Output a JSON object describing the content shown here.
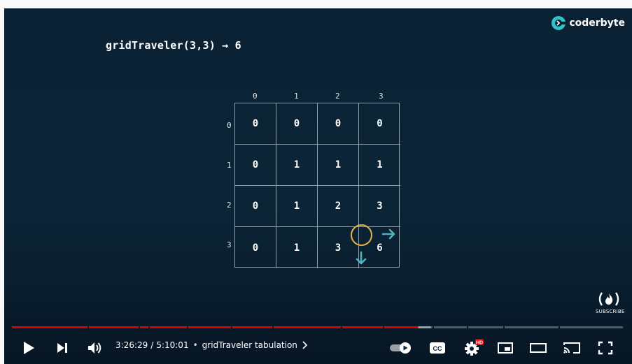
{
  "video": {
    "formula": "gridTraveler(3,3) → 6",
    "brand": "coderbyte",
    "grid": {
      "col_labels": [
        "0",
        "1",
        "2",
        "3"
      ],
      "row_labels": [
        "0",
        "1",
        "2",
        "3"
      ],
      "cells": [
        [
          "0",
          "0",
          "0",
          "0"
        ],
        [
          "0",
          "1",
          "1",
          "1"
        ],
        [
          "0",
          "1",
          "2",
          "3"
        ],
        [
          "0",
          "1",
          "3",
          "6"
        ]
      ],
      "highlight_cell": [
        3,
        3
      ]
    },
    "subscribe_label": "SUBSCRIBE"
  },
  "player": {
    "current_time": "3:26:29",
    "separator": "/",
    "duration": "5:10:01",
    "bullet": "•",
    "chapter": "gridTraveler tabulation",
    "progress_fraction": 0.665,
    "hd_badge": "HD",
    "cc_label": "CC",
    "colors": {
      "progress": "#e00000",
      "buffer": "#9e9e9e",
      "track": "#4d5b66",
      "highlight": "#e6b34a",
      "arrow": "#4fb3bf"
    },
    "icons": [
      "play-icon",
      "next-icon",
      "volume-icon",
      "chevron-right-icon",
      "autoplay-toggle-icon",
      "cc-icon",
      "gear-icon",
      "miniplayer-icon",
      "theater-icon",
      "cast-icon",
      "fullscreen-icon"
    ]
  }
}
